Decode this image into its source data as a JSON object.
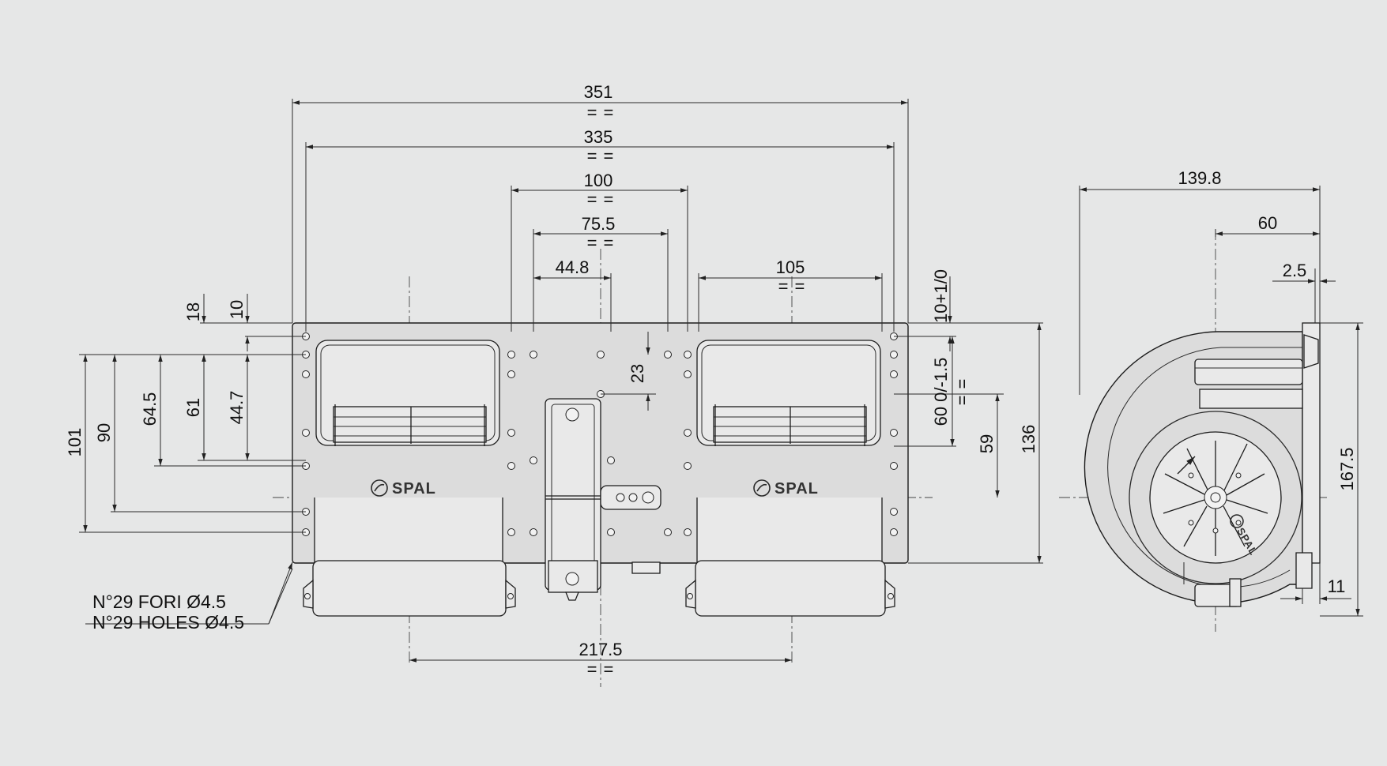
{
  "dimensions": {
    "overall_width": "351",
    "hole_span": "335",
    "inner_span_100": "100",
    "inner_span_75_5": "75.5",
    "offset_44_8": "44.8",
    "span_105": "105",
    "span_217_5": "217.5",
    "top_offset_10": "10",
    "top_offset_18": "18",
    "h_44_7": "44.7",
    "h_61": "61",
    "h_64_5": "64.5",
    "h_90": "90",
    "h_101": "101",
    "h_23": "23",
    "right_10_tol": "10+1/0",
    "right_60_tol": "60 0/-1.5",
    "right_59": "59",
    "height_136": "136",
    "side_depth": "139.8",
    "side_60": "60",
    "side_2_5": "2.5",
    "side_height": "167.5",
    "side_11": "11",
    "equal_mark": "= ="
  },
  "notes": {
    "holes_it": "N°29 FORI Ø4.5",
    "holes_en": "N°29 HOLES Ø4.5"
  },
  "brand": {
    "logo_text": "SPAL",
    "fan_label": "SPAL"
  }
}
